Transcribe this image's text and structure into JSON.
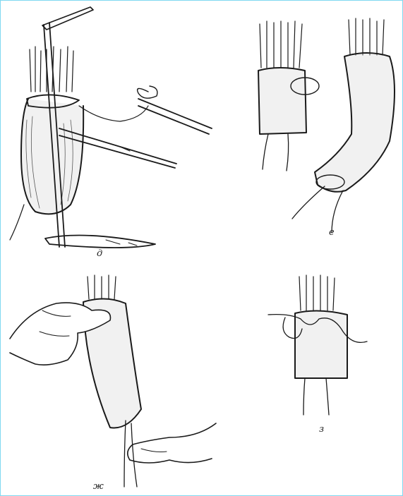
{
  "figure": {
    "labels": {
      "d": "д",
      "e": "е",
      "zh": "ж",
      "z": "з"
    }
  }
}
